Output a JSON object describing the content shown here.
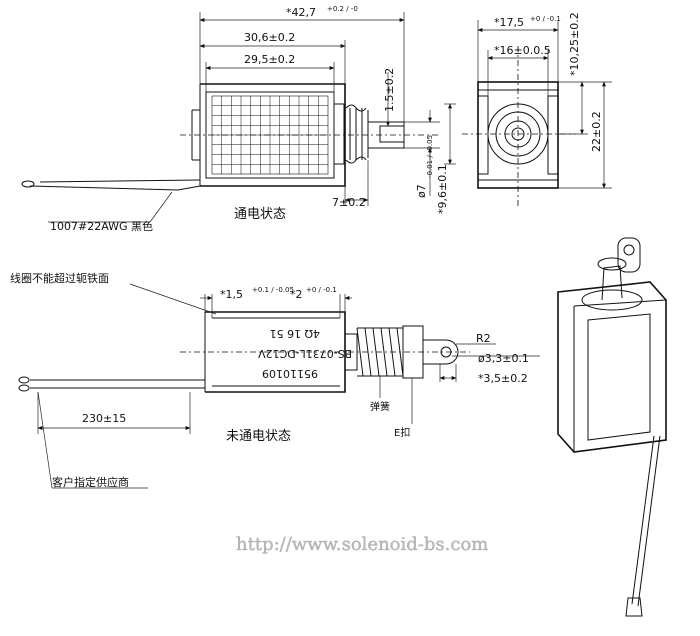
{
  "energized_view": {
    "label": "通电状态",
    "dim_overall_base": "*42,7",
    "dim_overall_tol": "+0.2 / -0",
    "dim_frame": "30,6±0.2",
    "dim_coil": "29,5±0.2",
    "dim_plunger_ext": "1.5±0.2",
    "dim_plunger_dia": "ø7",
    "dim_plunger_dia_tol": "-0.01 / -0.05",
    "dim_stroke": "7±0.2",
    "dim_flange": "*9,6±0.1",
    "wire_spec": "1007#22AWG 黑色"
  },
  "end_view": {
    "dim_width_base": "*17,5",
    "dim_width_tol": "+0 / -0.1",
    "dim_inner": "*16±0.0.5",
    "dim_offset": "*10,25±0.2",
    "dim_height": "22±0.2"
  },
  "deenergized_view": {
    "label": "未通电状态",
    "note_iron": "线圈不能超过轭铁面",
    "dim_gap1_base": "*1,5",
    "dim_gap1_tol": "+0.1 / -0.05",
    "dim_gap2_base": "*2",
    "dim_gap2_tol": "+0 / -0.1",
    "body_text": [
      "4Ω  16  51",
      "BS-0731L-DC12V",
      "95110109"
    ],
    "dim_radius": "R2",
    "dim_hole": "ø3,3±0.1",
    "dim_hole_pos": "*3,5±0.2",
    "label_spring": "弹簧",
    "label_clip": "E扣",
    "dim_wire": "230±15",
    "label_connector": "客户指定供应商"
  },
  "watermark": "http://www.solenoid-bs.com"
}
